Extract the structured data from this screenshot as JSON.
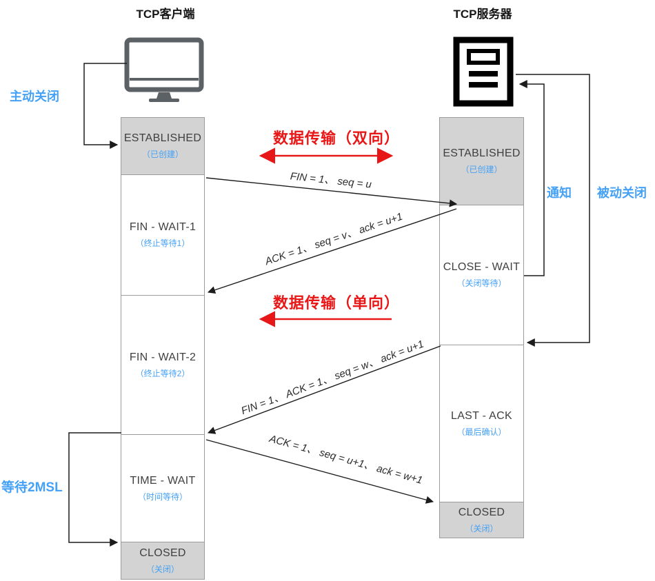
{
  "titles": {
    "client": "TCP客户端",
    "server": "TCP服务器"
  },
  "annotations": {
    "active_close": "主动关闭",
    "wait_2msl": "等待2MSL",
    "notify": "通知",
    "passive_close": "被动关闭"
  },
  "transfers": {
    "bidirectional": "数据传输（双向）",
    "unidirectional": "数据传输（单向）"
  },
  "client_states": [
    {
      "name": "ESTABLISHED",
      "cn": "（已创建）"
    },
    {
      "name": "FIN - WAIT-1",
      "cn": "（终止等待1）"
    },
    {
      "name": "FIN - WAIT-2",
      "cn": "（终止等待2）"
    },
    {
      "name": "TIME - WAIT",
      "cn": "（时间等待）"
    },
    {
      "name": "CLOSED",
      "cn": "（关闭）"
    }
  ],
  "server_states": [
    {
      "name": "ESTABLISHED",
      "cn": "（已创建）"
    },
    {
      "name": "CLOSE - WAIT",
      "cn": "（关闭等待）"
    },
    {
      "name": "LAST - ACK",
      "cn": "（最后确认）"
    },
    {
      "name": "CLOSED",
      "cn": "（关闭）"
    }
  ],
  "messages": [
    {
      "label": "FIN = 1、 seq = u"
    },
    {
      "label": "ACK = 1、 seq = v、 ack = u+1"
    },
    {
      "label": "FIN = 1、 ACK = 1、 seq = w、 ack = u+1"
    },
    {
      "label": "ACK = 1、 seq = u+1、 ack = w+1"
    }
  ],
  "colors": {
    "blue": "#45a1f5",
    "red": "#e81717",
    "gray_fill": "#d3d3d3",
    "box_border": "#9a9a9a",
    "line": "#1c1c1c"
  }
}
